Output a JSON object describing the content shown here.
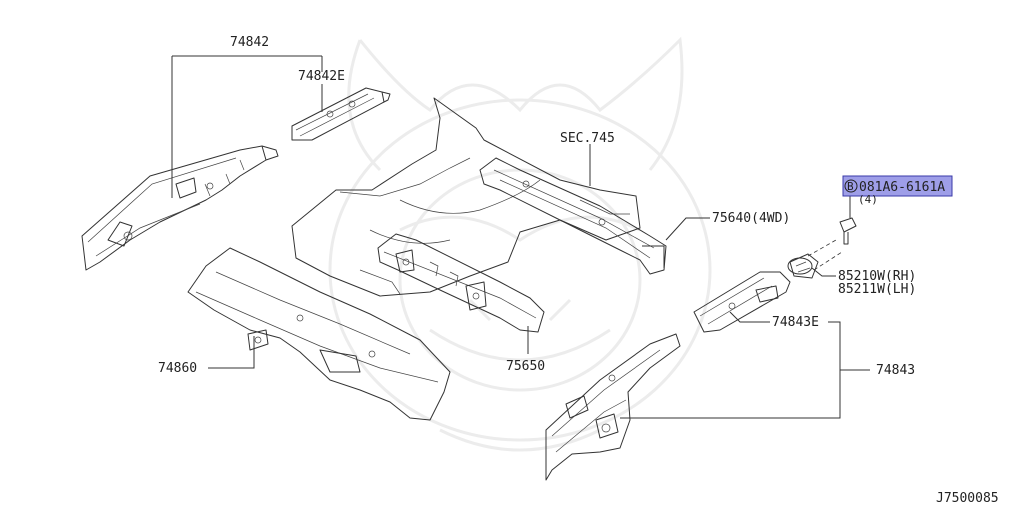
{
  "labels": {
    "l74842": "74842",
    "l74842e": "74842E",
    "sec745": "SEC.745",
    "l75640": "75640(4WD)",
    "l85210w": "85210W(RH)",
    "l85211w": "85211W(LH)",
    "l74843e": "74843E",
    "l74860": "74860",
    "l75650": "75650",
    "l74843": "74843"
  },
  "callouts": {
    "bolt_symbol": "B",
    "bolt_number": "081A6-6161A",
    "bolt_qty": "(4)"
  },
  "diagram_code": "J7500085",
  "colors": {
    "highlight": "#9e9ee8",
    "line": "#333333"
  }
}
